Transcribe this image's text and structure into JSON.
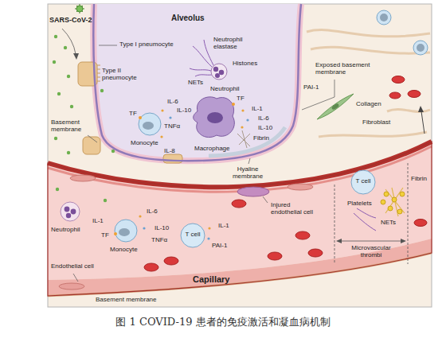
{
  "diagram": {
    "caption": "图 1 COVID-19 患者的免疫激活和凝血病机制",
    "nodes": [
      {
        "text": [
          "Alveolus"
        ]
      },
      {
        "text": [
          "Capillary"
        ]
      }
    ],
    "labels": [
      "SARS-CoV-2",
      "Type I pneumocyte",
      "Type II pneumocyte",
      "Basement membrane",
      "Neutrophil elastase",
      "Histones",
      "NETs",
      "Neutrophil",
      "Exposed basement membrane",
      "PAI-1",
      "Collagen",
      "Fibroblast",
      "TF",
      "IL-6",
      "IL-10",
      "Monocyte",
      "TNFα",
      "IL-8",
      "Macrophage",
      "TF",
      "IL-1",
      "IL-6",
      "IL-10",
      "Fibrin",
      "Hyaline membrane",
      "Neutrophil",
      "IL-1",
      "TF",
      "IL-6",
      "IL-10",
      "TNFα",
      "Monocyte",
      "T cell",
      "IL-1",
      "PAI-1",
      "Injured endothelial cell",
      "T cell",
      "Platelets",
      "Fibrin",
      "NETs",
      "Microvascular thrombi",
      "Endothelial cell",
      "Basement membrane"
    ]
  }
}
